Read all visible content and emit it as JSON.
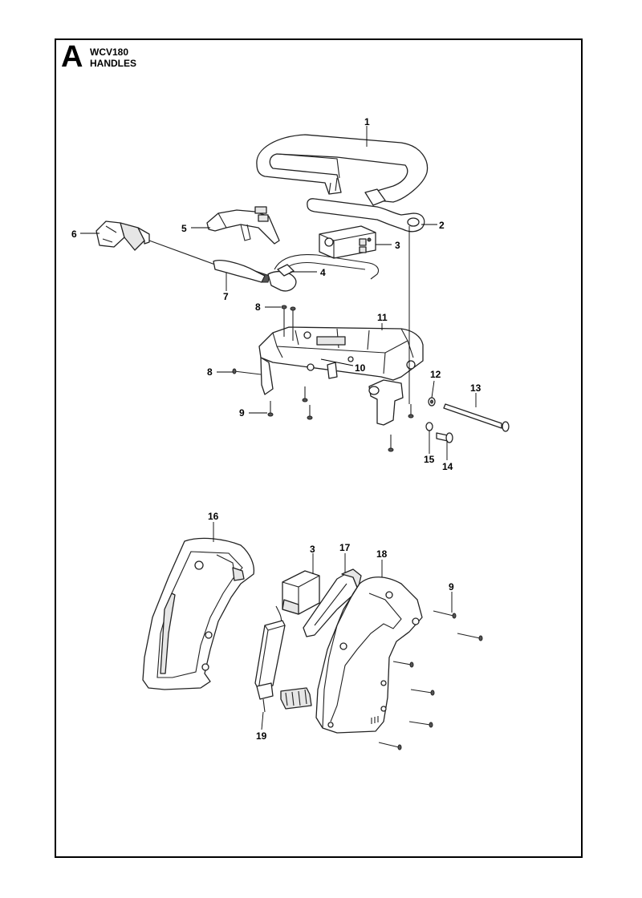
{
  "header": {
    "section_letter": "A",
    "model": "WCV180",
    "title": "HANDLES"
  },
  "callouts": [
    "1",
    "2",
    "3",
    "4",
    "5",
    "6",
    "7",
    "8",
    "8",
    "9",
    "10",
    "11",
    "12",
    "13",
    "14",
    "15",
    "16",
    "3",
    "17",
    "18",
    "9",
    "19"
  ]
}
